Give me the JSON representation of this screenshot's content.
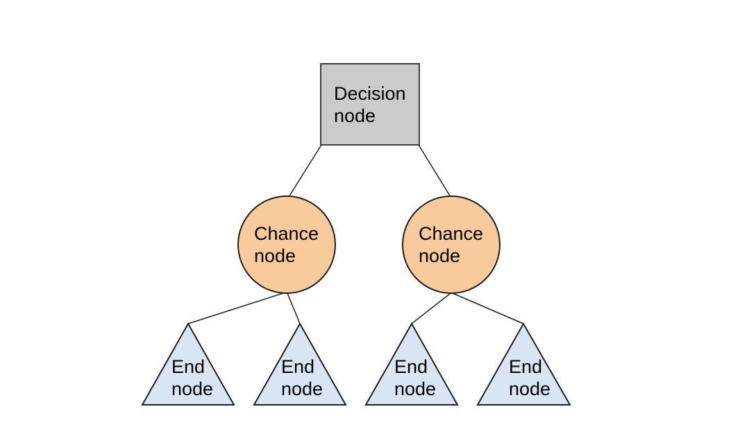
{
  "diagram": {
    "type": "decision-tree",
    "background": "#ffffff",
    "colors": {
      "decision_fill": "#cbcbcb",
      "decision_stroke": "#3f3f3f",
      "chance_fill": "#f9cb9c",
      "chance_stroke": "#1f1f1f",
      "end_fill": "#d9e5f3",
      "end_stroke": "#1f1f1f",
      "connector": "#1f1f1f",
      "text": "#000000"
    },
    "nodes": {
      "decision": {
        "shape": "square",
        "label_lines": [
          "Decision",
          "node"
        ]
      },
      "chance_left": {
        "shape": "circle",
        "label_lines": [
          "Chance",
          "node"
        ]
      },
      "chance_right": {
        "shape": "circle",
        "label_lines": [
          "Chance",
          "node"
        ]
      },
      "end_1": {
        "shape": "triangle",
        "label_lines": [
          "End",
          "node"
        ]
      },
      "end_2": {
        "shape": "triangle",
        "label_lines": [
          "End",
          "node"
        ]
      },
      "end_3": {
        "shape": "triangle",
        "label_lines": [
          "End",
          "node"
        ]
      },
      "end_4": {
        "shape": "triangle",
        "label_lines": [
          "End",
          "node"
        ]
      }
    },
    "edges": [
      {
        "from": "decision",
        "to": "chance_left"
      },
      {
        "from": "decision",
        "to": "chance_right"
      },
      {
        "from": "chance_left",
        "to": "end_1"
      },
      {
        "from": "chance_left",
        "to": "end_2"
      },
      {
        "from": "chance_right",
        "to": "end_3"
      },
      {
        "from": "chance_right",
        "to": "end_4"
      }
    ]
  }
}
